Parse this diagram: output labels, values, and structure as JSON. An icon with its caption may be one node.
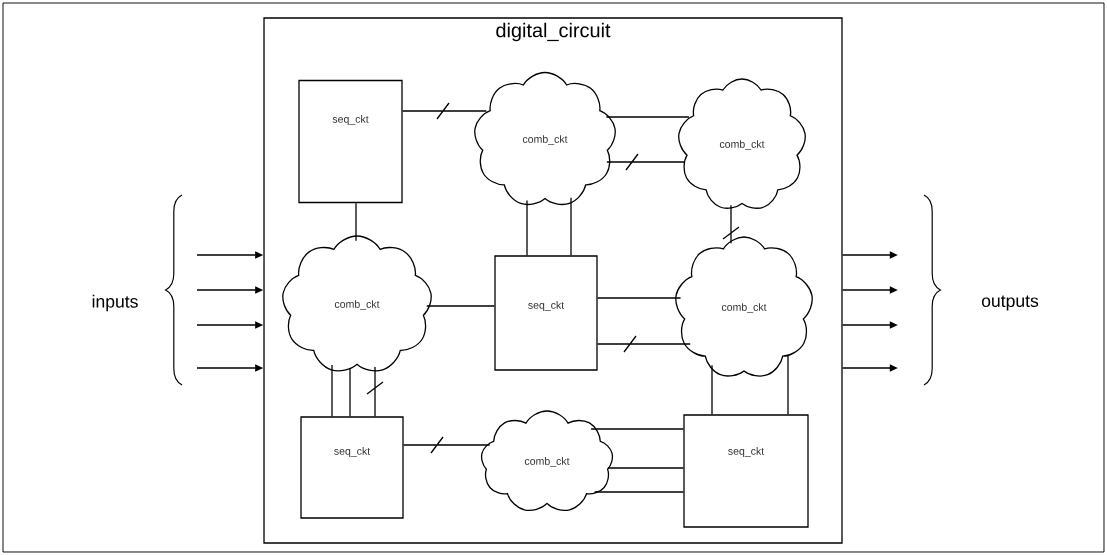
{
  "diagram": {
    "nodes": [
      {
        "text": [
          "digital_circuit"
        ]
      },
      {
        "text": [
          "seq_ckt"
        ],
        "in": 0
      },
      {
        "text": [
          "comb_ckt"
        ],
        "in": 0
      },
      {
        "text": [
          "comb_ckt"
        ],
        "in": 0
      },
      {
        "text": [
          "comb_ckt"
        ],
        "in": 0
      },
      {
        "text": [
          "seq_ckt"
        ],
        "in": 0
      },
      {
        "text": [
          "comb_ckt"
        ],
        "in": 0
      },
      {
        "text": [
          "seq_ckt"
        ],
        "in": 0
      },
      {
        "text": [
          "comb_ckt"
        ],
        "in": 0
      },
      {
        "text": [
          "seq_ckt"
        ],
        "in": 0
      }
    ],
    "edges": [
      {
        "from": 1,
        "to": 2,
        "arrow": "none"
      },
      {
        "from": 2,
        "to": 3,
        "arrow": "none"
      },
      {
        "from": 2,
        "to": 3,
        "arrow": "none"
      },
      {
        "from": 1,
        "to": 4,
        "arrow": "none"
      },
      {
        "from": 2,
        "to": 5,
        "arrow": "none"
      },
      {
        "from": 2,
        "to": 5,
        "arrow": "none"
      },
      {
        "from": 3,
        "to": 6,
        "arrow": "none"
      },
      {
        "from": 4,
        "to": 5,
        "arrow": "none"
      },
      {
        "from": 5,
        "to": 6,
        "arrow": "none"
      },
      {
        "from": 5,
        "to": 6,
        "arrow": "none"
      },
      {
        "from": 4,
        "to": 7,
        "arrow": "none"
      },
      {
        "from": 4,
        "to": 7,
        "arrow": "none"
      },
      {
        "from": 4,
        "to": 7,
        "arrow": "none"
      },
      {
        "from": 6,
        "to": 9,
        "arrow": "none"
      },
      {
        "from": 6,
        "to": 9,
        "arrow": "none"
      },
      {
        "from": 7,
        "to": 8,
        "arrow": "none"
      },
      {
        "from": 8,
        "to": 9,
        "arrow": "none"
      },
      {
        "from": 8,
        "to": 9,
        "arrow": "none"
      },
      {
        "from": 8,
        "to": 9,
        "arrow": "none"
      },
      {
        "from": null,
        "to": 0,
        "arrow": "to"
      },
      {
        "from": null,
        "to": 0,
        "arrow": "to"
      },
      {
        "from": null,
        "to": 0,
        "arrow": "to"
      },
      {
        "from": null,
        "to": 0,
        "arrow": "to"
      },
      {
        "from": 0,
        "to": null,
        "arrow": "to"
      },
      {
        "from": 0,
        "to": null,
        "arrow": "to"
      },
      {
        "from": 0,
        "to": null,
        "arrow": "to"
      },
      {
        "from": 0,
        "to": null,
        "arrow": "to"
      }
    ],
    "labels": [
      "inputs",
      "outputs"
    ]
  }
}
